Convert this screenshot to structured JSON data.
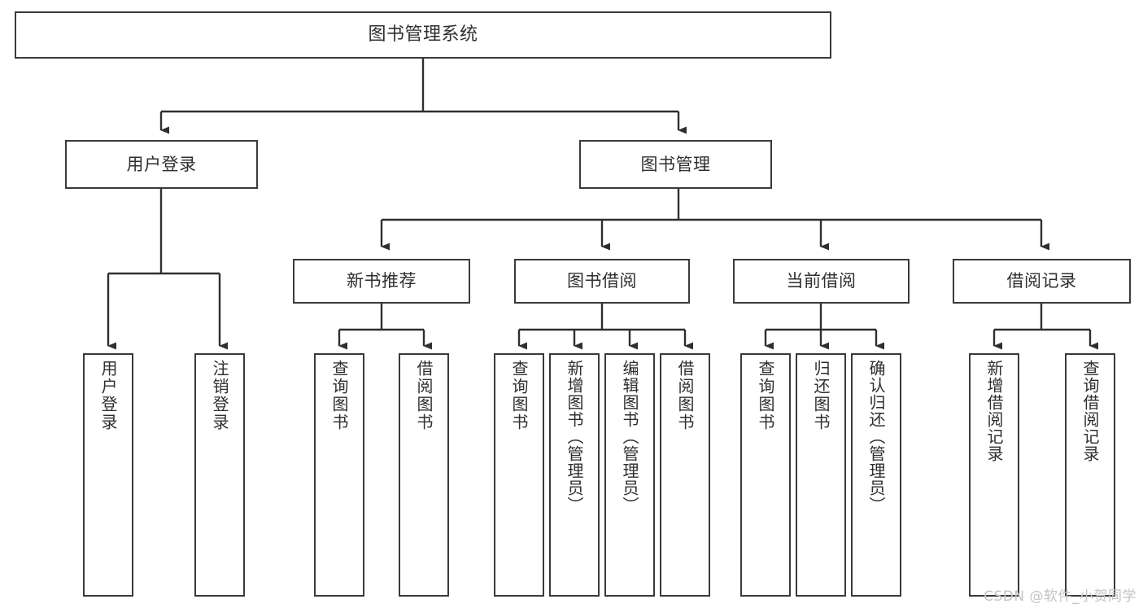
{
  "diagram": {
    "type": "tree-hierarchy",
    "title": "图书管理系统",
    "root": {
      "label": "图书管理系统"
    },
    "level1": [
      {
        "label": "用户登录"
      },
      {
        "label": "图书管理"
      }
    ],
    "level2": [
      {
        "label": "新书推荐"
      },
      {
        "label": "图书借阅"
      },
      {
        "label": "当前借阅"
      },
      {
        "label": "借阅记录"
      }
    ],
    "leaves": {
      "user_login": [
        {
          "label": "用户登录"
        },
        {
          "label": "注销登录"
        }
      ],
      "new_book_recommend": [
        {
          "label": "查询图书"
        },
        {
          "label": "借阅图书"
        }
      ],
      "book_borrow": [
        {
          "label": "查询图书"
        },
        {
          "label": "新增图书（管理员）"
        },
        {
          "label": "编辑图书（管理员）"
        },
        {
          "label": "借阅图书"
        }
      ],
      "current_borrow": [
        {
          "label": "查询图书"
        },
        {
          "label": "归还图书"
        },
        {
          "label": "确认归还（管理员）"
        }
      ],
      "borrow_record": [
        {
          "label": "新增借阅记录"
        },
        {
          "label": "查询借阅记录"
        }
      ]
    }
  },
  "watermark": {
    "text": "CSDN @软件_小贺同学"
  },
  "colors": {
    "box_border": "#3a3a3a",
    "box_fill": "#ffffff",
    "edge": "#2f2f2f",
    "text": "#2f2f2f",
    "background": "#ffffff",
    "watermark": "#c3c3c3"
  }
}
